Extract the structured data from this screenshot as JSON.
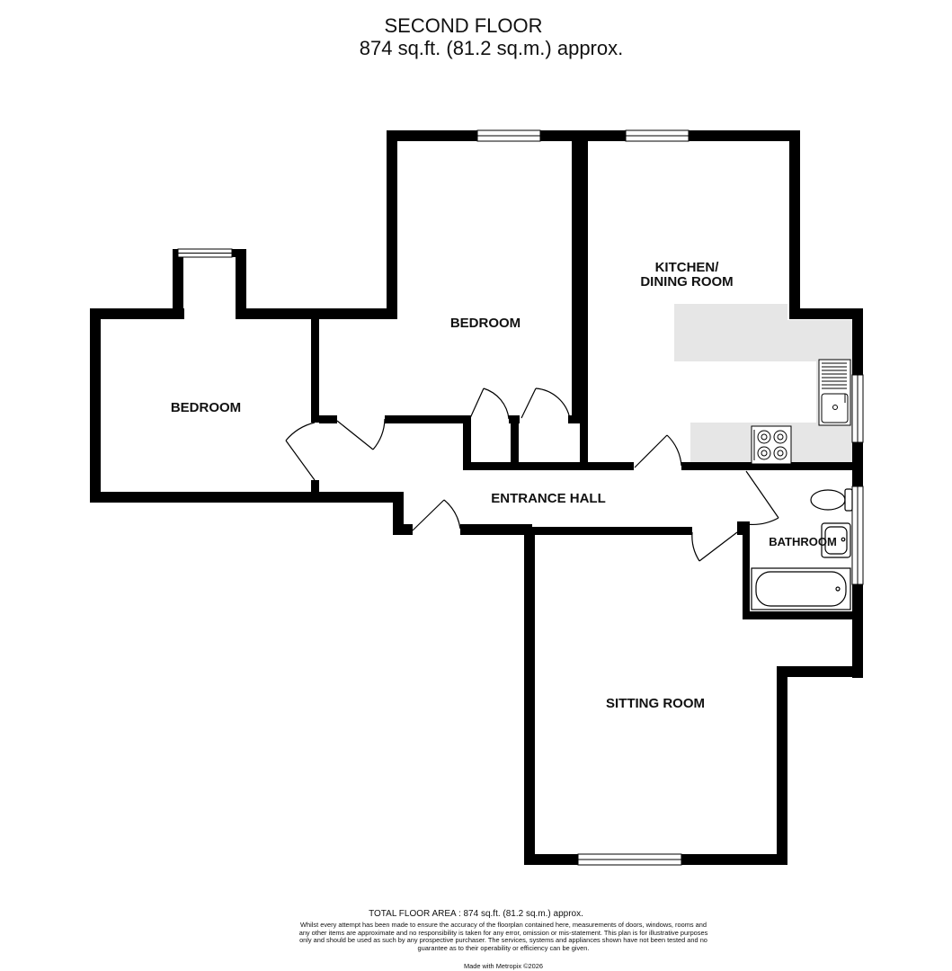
{
  "header": {
    "floor": "SECOND FLOOR",
    "area": "874 sq.ft. (81.2 sq.m.) approx."
  },
  "rooms": {
    "bedroom_left": "BEDROOM",
    "bedroom_center": "BEDROOM",
    "kitchen_line1": "KITCHEN/",
    "kitchen_line2": "DINING ROOM",
    "entrance_hall": "ENTRANCE HALL",
    "bathroom": "BATHROOM",
    "sitting_room": "SITTING ROOM"
  },
  "footer": {
    "total": "TOTAL FLOOR AREA : 874 sq.ft. (81.2 sq.m.) approx.",
    "disclaimer": "Whilst every attempt has been made to ensure the accuracy of the floorplan contained here, measurements of doors, windows, rooms and any other items are approximate and no responsibility is taken for any error, omission or mis-statement. This plan is for illustrative purposes only and should be used as such by any prospective purchaser. The services, systems and appliances shown have not been tested and no guarantee as to their operability or efficiency can be given.",
    "made_with": "Made with Metropix ©2026"
  },
  "colors": {
    "wall": "#000000",
    "fitted_units": "#e6e6e6",
    "background": "#ffffff"
  }
}
